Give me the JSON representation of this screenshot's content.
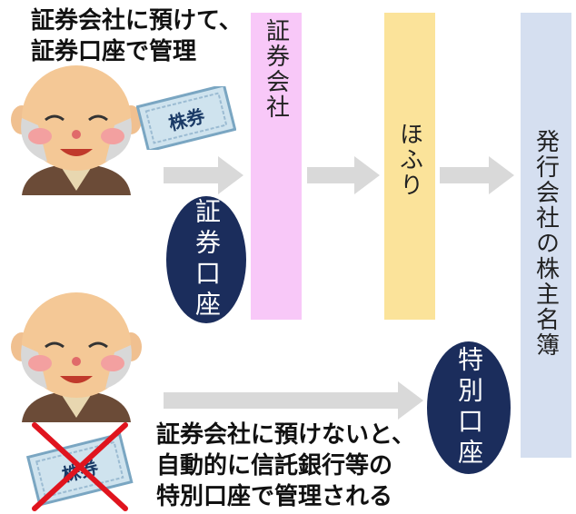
{
  "top_caption": {
    "line1": "証券会社に預けて、",
    "line2": "証券口座で管理"
  },
  "bottom_caption": {
    "line1": "証券会社に預けないと、",
    "line2": "自動的に信託銀行等の",
    "line3": "特別口座で管理される"
  },
  "columns": {
    "securities_company": "証券会社",
    "hofuri": "ほふり",
    "shareholder_registry": "発行会社の株主名簿"
  },
  "accounts": {
    "securities_account": "証券口座",
    "special_account": "特別口座"
  },
  "stock_certificate_text": "株券",
  "colors": {
    "securities_bar": "#f8c8f8",
    "hofuri_bar": "#fbe39a",
    "registry_bar": "#d5dff0",
    "oval": "#1b2d5c",
    "arrow": "#d9d9d9",
    "cross": "#e0141e"
  },
  "icons": [
    "elderly-man-icon",
    "stock-certificate-icon",
    "right-arrow-icon",
    "cross-mark-icon"
  ]
}
